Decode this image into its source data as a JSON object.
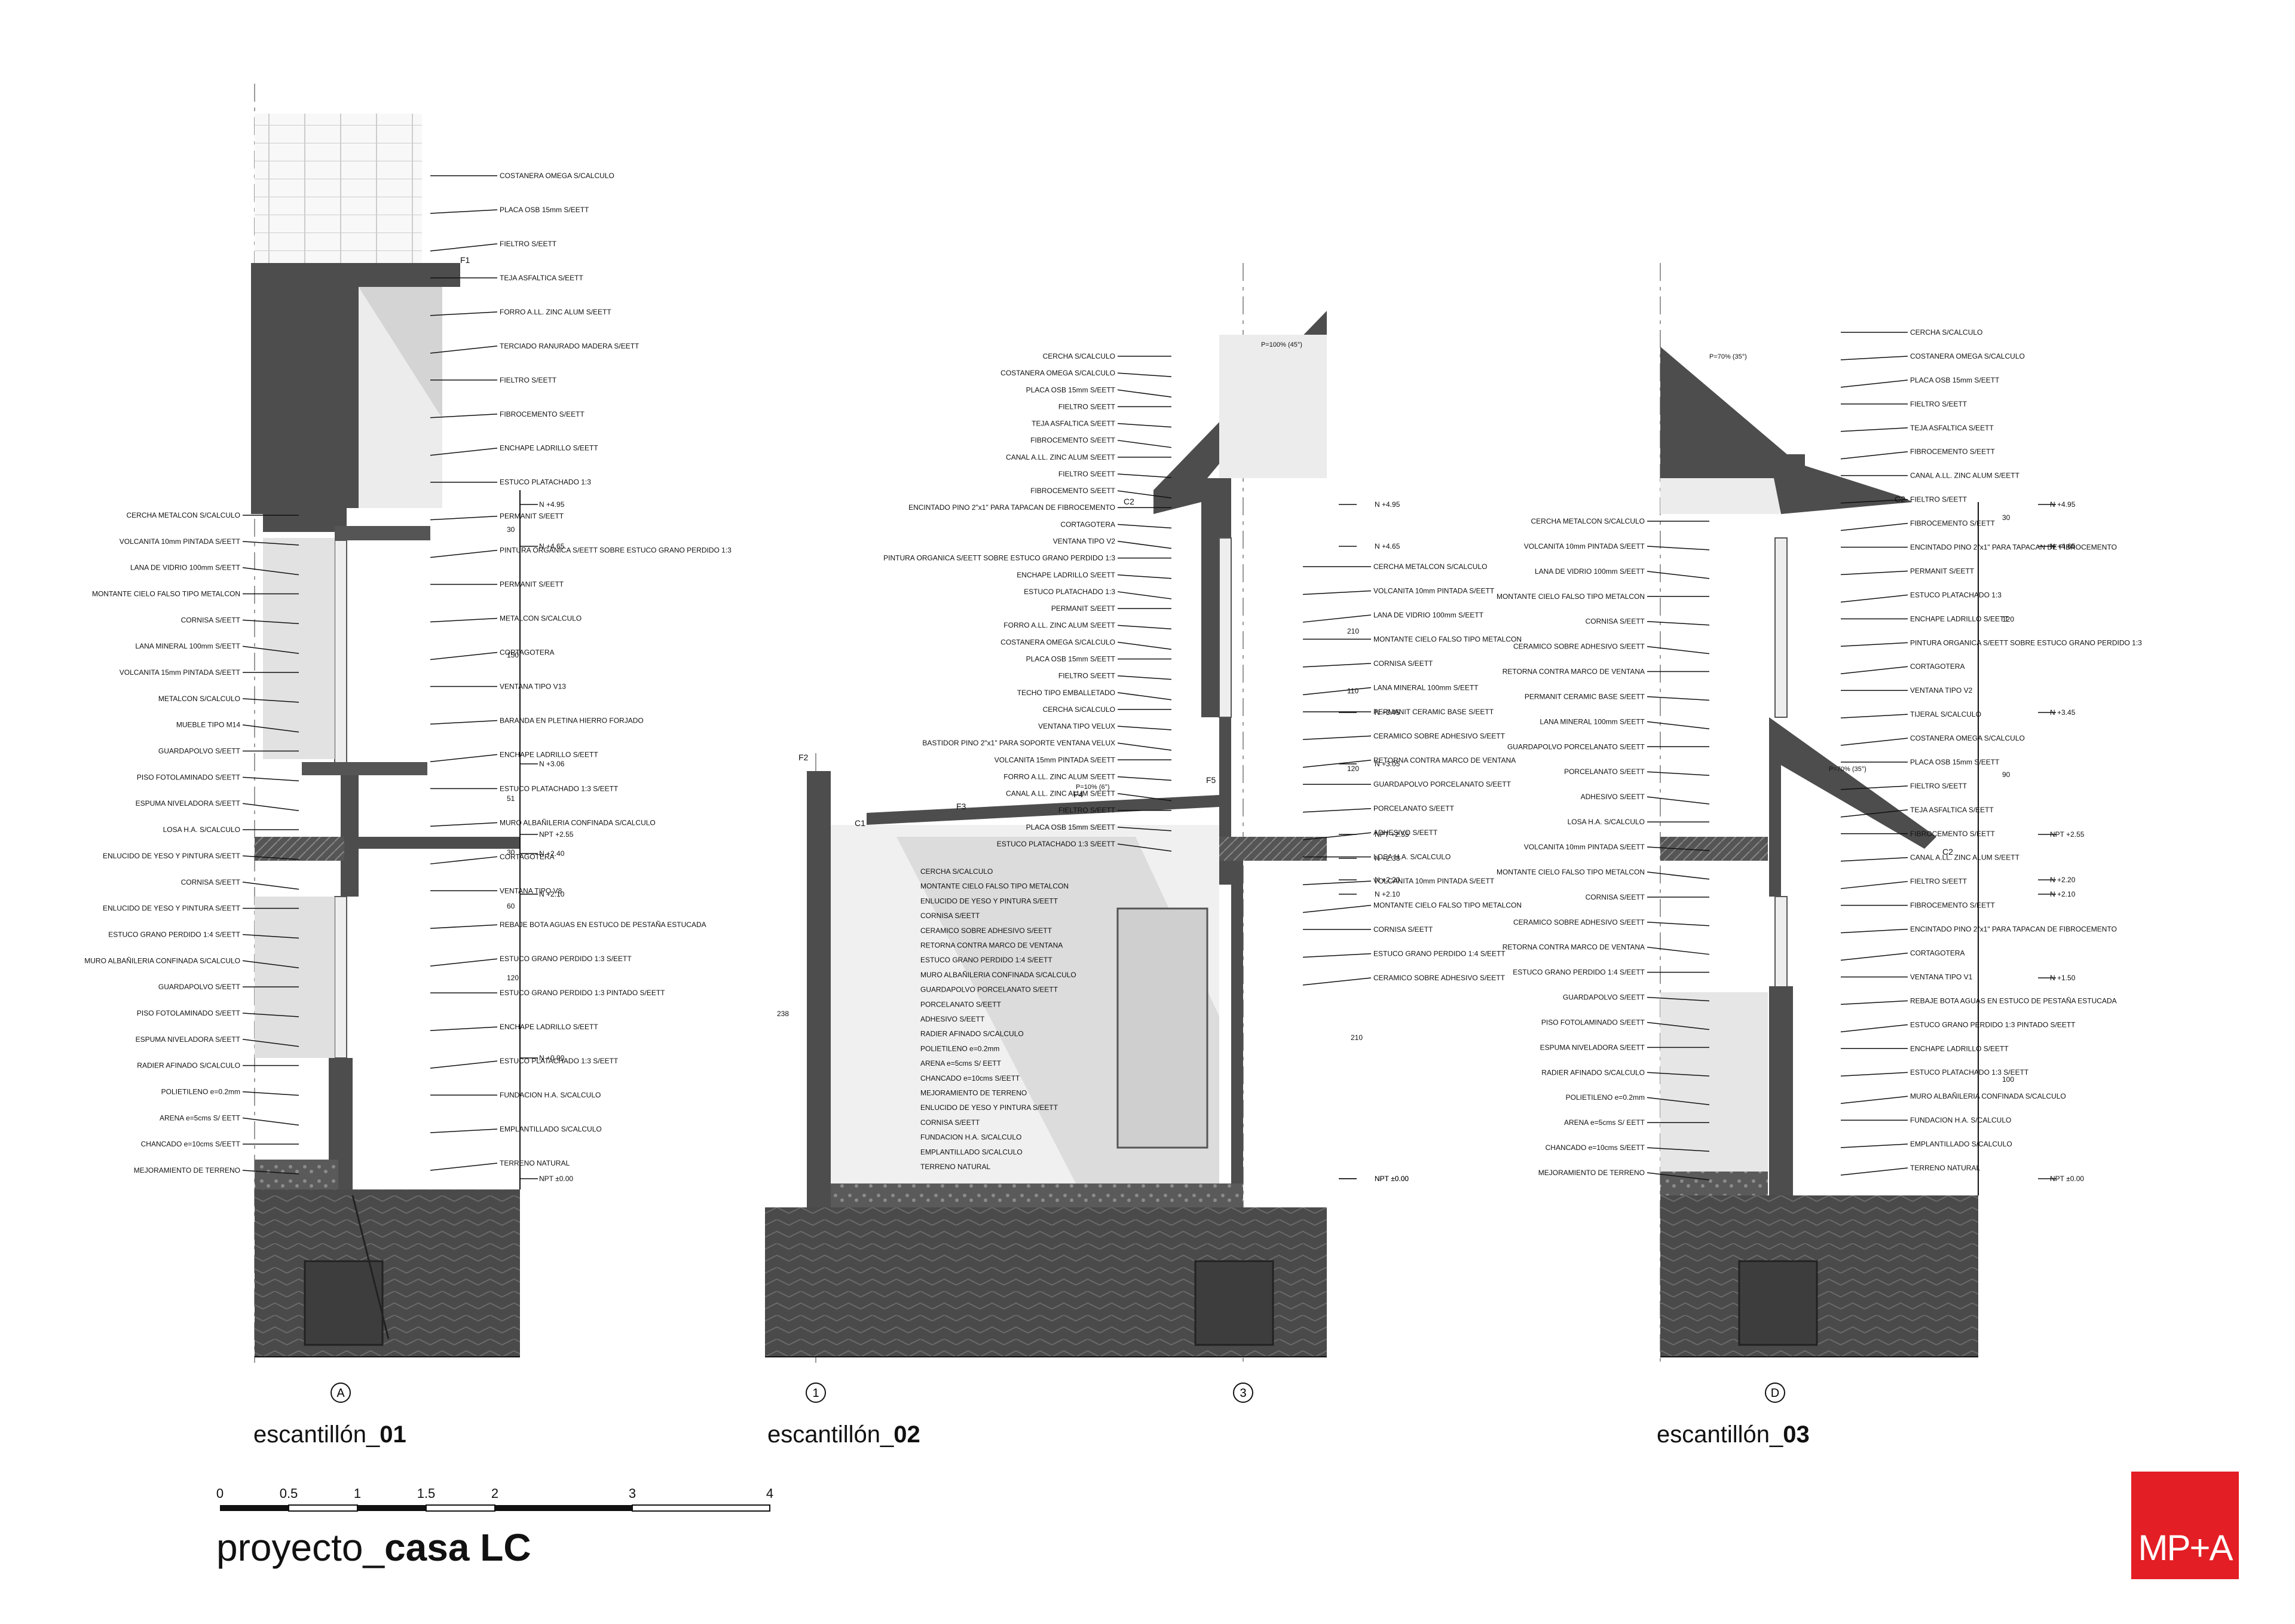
{
  "sections": [
    {
      "prefix": "escantillón_",
      "number": "01",
      "axis": "A"
    },
    {
      "prefix": "escantillón_",
      "number": "02",
      "axis_left": "1",
      "axis_right": "3"
    },
    {
      "prefix": "escantillón_",
      "number": "03",
      "axis": "D"
    }
  ],
  "project": {
    "prefix": "proyecto_",
    "name": "casa LC"
  },
  "logo": {
    "text": "MP+A",
    "color": "#e31e24"
  },
  "scale": {
    "ticks": [
      "0",
      "0.5",
      "1",
      "1.5",
      "2",
      "3",
      "4"
    ]
  },
  "levels_01": [
    "N +4.95",
    "N +4.65",
    "N +3.06",
    "NPT +2.55",
    "N +2.40",
    "N +2.10",
    "N +0.90",
    "NPT ±0.00"
  ],
  "levels_02": [
    "N +4.95",
    "N +4.65",
    "N +3.45",
    "NPT +2.55",
    "N +2.20",
    "N +2.10",
    "NPT ±0.00",
    "N +3.05",
    "N +2.38",
    "NPT ±0.00"
  ],
  "levels_03": [
    "N +4.95",
    "N +4.65",
    "N +3.45",
    "NPT +2.55",
    "N +2.20",
    "N +2.10",
    "N +1.50",
    "NPT ±0.00"
  ],
  "labels_01_right": [
    "COSTANERA OMEGA S/CALCULO",
    "PLACA OSB 15mm S/EETT",
    "FIELTRO S/EETT",
    "TEJA ASFALTICA S/EETT",
    "FORRO A.LL. ZINC ALUM S/EETT",
    "TERCIADO RANURADO MADERA S/EETT",
    "FIELTRO S/EETT",
    "FIBROCEMENTO S/EETT",
    "ENCHAPE LADRILLO S/EETT",
    "ESTUCO PLATACHADO 1:3",
    "PERMANIT S/EETT",
    "PINTURA ORGANICA S/EETT SOBRE ESTUCO GRANO PERDIDO 1:3",
    "PERMANIT S/EETT",
    "METALCON S/CALCULO",
    "CORTAGOTERA",
    "VENTANA TIPO V13",
    "BARANDA EN PLETINA HIERRO FORJADO",
    "ENCHAPE LADRILLO S/EETT",
    "ESTUCO PLATACHADO 1:3 S/EETT",
    "MURO ALBAÑILERIA CONFINADA S/CALCULO",
    "CORTAGOTERA",
    "VENTANA TIPO V8",
    "REBAJE BOTA AGUAS EN ESTUCO DE PESTAÑA ESTUCADA",
    "ESTUCO GRANO PERDIDO 1:3 S/EETT",
    "ESTUCO GRANO PERDIDO 1:3 PINTADO S/EETT",
    "ENCHAPE LADRILLO S/EETT",
    "ESTUCO PLATACHADO 1:3 S/EETT",
    "FUNDACION H.A. S/CALCULO",
    "EMPLANTILLADO S/CALCULO",
    "TERRENO NATURAL"
  ],
  "labels_01_left": [
    "CERCHA METALCON S/CALCULO",
    "VOLCANITA 10mm PINTADA S/EETT",
    "LANA DE VIDRIO 100mm S/EETT",
    "MONTANTE CIELO FALSO TIPO METALCON",
    "CORNISA S/EETT",
    "LANA MINERAL 100mm S/EETT",
    "VOLCANITA 15mm PINTADA S/EETT",
    "METALCON S/CALCULO",
    "MUEBLE TIPO M14",
    "GUARDAPOLVO S/EETT",
    "PISO FOTOLAMINADO S/EETT",
    "ESPUMA NIVELADORA S/EETT",
    "LOSA H.A. S/CALCULO",
    "ENLUCIDO DE YESO Y PINTURA S/EETT",
    "CORNISA S/EETT",
    "ENLUCIDO DE YESO Y PINTURA S/EETT",
    "ESTUCO GRANO PERDIDO 1:4 S/EETT",
    "MURO ALBAÑILERIA CONFINADA S/CALCULO",
    "GUARDAPOLVO S/EETT",
    "PISO FOTOLAMINADO S/EETT",
    "ESPUMA NIVELADORA S/EETT",
    "RADIER AFINADO S/CALCULO",
    "POLIETILENO e=0.2mm",
    "ARENA e=5cms S/ EETT",
    "CHANCADO e=10cms S/EETT",
    "MEJORAMIENTO DE TERRENO"
  ],
  "labels_02_left": [
    "CERCHA S/CALCULO",
    "COSTANERA OMEGA S/CALCULO",
    "PLACA OSB 15mm S/EETT",
    "FIELTRO S/EETT",
    "TEJA ASFALTICA S/EETT",
    "FIBROCEMENTO S/EETT",
    "CANAL A.LL. ZINC ALUM S/EETT",
    "FIELTRO S/EETT",
    "FIBROCEMENTO S/EETT",
    "ENCINTADO PINO 2\"x1\" PARA TAPACAN DE FIBROCEMENTO",
    "CORTAGOTERA",
    "VENTANA TIPO V2",
    "PINTURA ORGANICA S/EETT SOBRE ESTUCO GRANO PERDIDO 1:3",
    "ENCHAPE LADRILLO S/EETT",
    "ESTUCO PLATACHADO 1:3",
    "PERMANIT S/EETT",
    "FORRO A.LL. ZINC ALUM S/EETT",
    "COSTANERA OMEGA S/CALCULO",
    "PLACA OSB 15mm S/EETT",
    "FIELTRO S/EETT",
    "TECHO TIPO EMBALLETADO",
    "CERCHA S/CALCULO",
    "VENTANA TIPO VELUX",
    "BASTIDOR PINO 2\"x1\" PARA SOPORTE VENTANA VELUX",
    "VOLCANITA 15mm PINTADA S/EETT",
    "FORRO A.LL. ZINC ALUM S/EETT",
    "CANAL A.LL. ZINC ALUM S/EETT",
    "FIELTRO S/EETT",
    "PLACA OSB 15mm S/EETT",
    "ESTUCO PLATACHADO 1:3 S/EETT"
  ],
  "labels_02_right": [
    "CERCHA METALCON S/CALCULO",
    "VOLCANITA 10mm PINTADA S/EETT",
    "LANA DE VIDRIO 100mm S/EETT",
    "MONTANTE CIELO FALSO TIPO METALCON",
    "CORNISA S/EETT",
    "LANA MINERAL 100mm S/EETT",
    "PERMANIT CERAMIC BASE S/EETT",
    "CERAMICO SOBRE ADHESIVO S/EETT",
    "RETORNA CONTRA MARCO DE VENTANA",
    "GUARDAPOLVO PORCELANATO S/EETT",
    "PORCELANATO S/EETT",
    "ADHESIVO S/EETT",
    "LOSA H.A. S/CALCULO",
    "VOLCANITA 10mm PINTADA S/EETT",
    "MONTANTE CIELO FALSO TIPO METALCON",
    "CORNISA S/EETT",
    "ESTUCO GRANO PERDIDO 1:4 S/EETT",
    "CERAMICO SOBRE ADHESIVO S/EETT"
  ],
  "labels_02_inner": [
    "CERCHA S/CALCULO",
    "MONTANTE CIELO FALSO TIPO METALCON",
    "ENLUCIDO DE YESO Y PINTURA S/EETT",
    "CORNISA S/EETT",
    "CERAMICO SOBRE ADHESIVO S/EETT",
    "RETORNA CONTRA MARCO DE VENTANA",
    "ESTUCO GRANO PERDIDO 1:4 S/EETT",
    "MURO ALBAÑILERIA CONFINADA S/CALCULO",
    "GUARDAPOLVO PORCELANATO S/EETT",
    "PORCELANATO S/EETT",
    "ADHESIVO S/EETT",
    "RADIER AFINADO S/CALCULO",
    "POLIETILENO e=0.2mm",
    "ARENA e=5cms S/ EETT",
    "CHANCADO e=10cms S/EETT",
    "MEJORAMIENTO DE TERRENO",
    "ENLUCIDO DE YESO Y PINTURA S/EETT",
    "CORNISA S/EETT",
    "FUNDACION H.A. S/CALCULO",
    "EMPLANTILLADO S/CALCULO",
    "TERRENO NATURAL"
  ],
  "labels_03_right": [
    "CERCHA S/CALCULO",
    "COSTANERA OMEGA S/CALCULO",
    "PLACA OSB 15mm S/EETT",
    "FIELTRO S/EETT",
    "TEJA ASFALTICA S/EETT",
    "FIBROCEMENTO S/EETT",
    "CANAL A.LL. ZINC ALUM S/EETT",
    "FIELTRO S/EETT",
    "FIBROCEMENTO S/EETT",
    "ENCINTADO PINO 2\"x1\" PARA TAPACAN DE FIBROCEMENTO",
    "PERMANIT S/EETT",
    "ESTUCO PLATACHADO 1:3",
    "ENCHAPE LADRILLO S/EETT",
    "PINTURA ORGANICA S/EETT SOBRE ESTUCO GRANO PERDIDO 1:3",
    "CORTAGOTERA",
    "VENTANA TIPO V2",
    "TIJERAL S/CALCULO",
    "COSTANERA OMEGA S/CALCULO",
    "PLACA OSB 15mm S/EETT",
    "FIELTRO S/EETT",
    "TEJA ASFALTICA S/EETT",
    "FIBROCEMENTO S/EETT",
    "CANAL A.LL. ZINC ALUM S/EETT",
    "FIELTRO S/EETT",
    "FIBROCEMENTO S/EETT",
    "ENCINTADO PINO 2\"x1\" PARA TAPACAN DE FIBROCEMENTO",
    "CORTAGOTERA",
    "VENTANA TIPO V1",
    "REBAJE BOTA AGUAS EN ESTUCO DE PESTAÑA ESTUCADA",
    "ESTUCO GRANO PERDIDO 1:3 PINTADO S/EETT",
    "ENCHAPE LADRILLO S/EETT",
    "ESTUCO PLATACHADO 1:3 S/EETT",
    "MURO ALBAÑILERIA CONFINADA S/CALCULO",
    "FUNDACION H.A. S/CALCULO",
    "EMPLANTILLADO S/CALCULO",
    "TERRENO NATURAL"
  ],
  "labels_03_left": [
    "CERCHA METALCON S/CALCULO",
    "VOLCANITA 10mm PINTADA S/EETT",
    "LANA DE VIDRIO 100mm S/EETT",
    "MONTANTE CIELO FALSO TIPO METALCON",
    "CORNISA S/EETT",
    "CERAMICO SOBRE ADHESIVO S/EETT",
    "RETORNA CONTRA MARCO DE VENTANA",
    "PERMANIT CERAMIC BASE S/EETT",
    "LANA MINERAL 100mm S/EETT",
    "GUARDAPOLVO PORCELANATO S/EETT",
    "PORCELANATO S/EETT",
    "ADHESIVO S/EETT",
    "LOSA H.A. S/CALCULO",
    "VOLCANITA 10mm PINTADA S/EETT",
    "MONTANTE CIELO FALSO TIPO METALCON",
    "CORNISA S/EETT",
    "CERAMICO SOBRE ADHESIVO S/EETT",
    "RETORNA CONTRA MARCO DE VENTANA",
    "ESTUCO GRANO PERDIDO 1:4 S/EETT",
    "GUARDAPOLVO S/EETT",
    "PISO FOTOLAMINADO S/EETT",
    "ESPUMA NIVELADORA S/EETT",
    "RADIER AFINADO S/CALCULO",
    "POLIETILENO e=0.2mm",
    "ARENA e=5cms S/ EETT",
    "CHANCADO e=10cms S/EETT",
    "MEJORAMIENTO DE TERRENO"
  ],
  "tags": [
    "F1",
    "C2",
    "F2",
    "C1",
    "F3",
    "F4",
    "F5",
    "C2",
    "C2"
  ],
  "slopes": [
    "P=100% (45°)",
    "P=10% (6°)",
    "P=70% (35°)",
    "P=70% (35°)"
  ],
  "dims": [
    "30",
    "150",
    "51",
    "30",
    "120",
    "238",
    "210",
    "30",
    "120",
    "90",
    "210",
    "60",
    "100",
    "120",
    "110"
  ]
}
